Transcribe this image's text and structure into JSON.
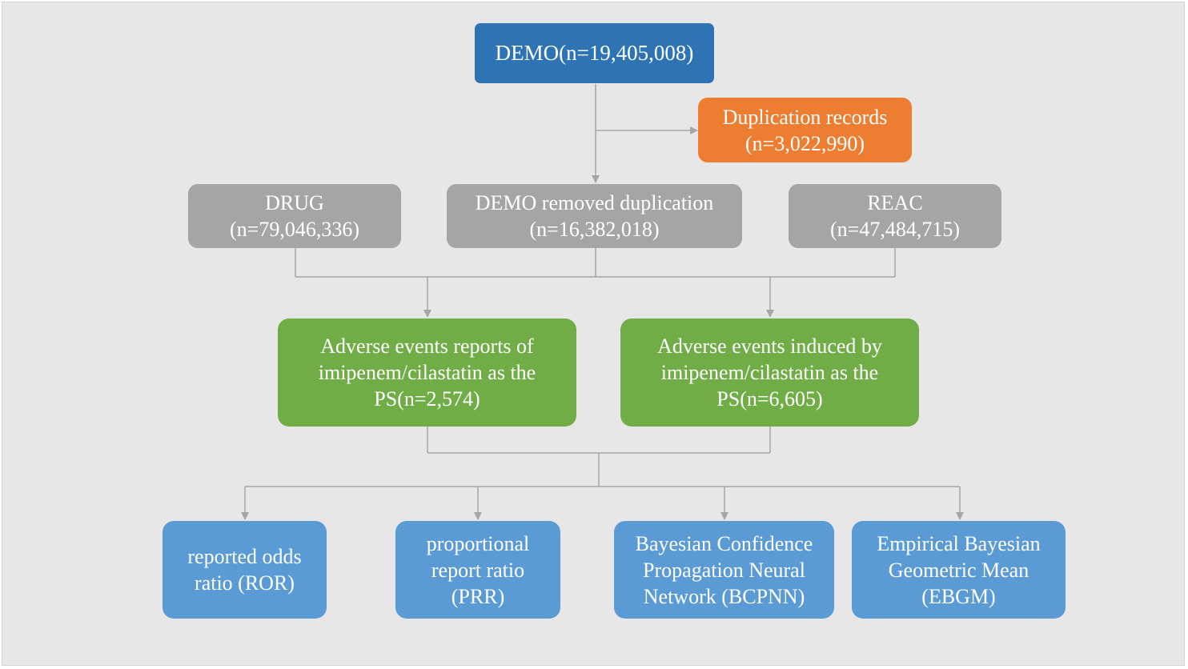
{
  "colors": {
    "background": "#e7e7e7",
    "connector": "#a6a6a6",
    "demo_box": "#2e74b5",
    "duplication_box": "#ed7d31",
    "source_boxes": "#a5a5a5",
    "adverse_event_boxes": "#70ad47",
    "method_boxes": "#5b9bd5"
  },
  "nodes": {
    "demo": {
      "lines": [
        "DEMO(n=19,405,008)"
      ]
    },
    "duplication": {
      "lines": [
        "Duplication records",
        "(n=3,022,990)"
      ]
    },
    "drug": {
      "lines": [
        "DRUG",
        "(n=79,046,336)"
      ]
    },
    "demo_removed": {
      "lines": [
        "DEMO removed duplication",
        "(n=16,382,018)"
      ]
    },
    "reac": {
      "lines": [
        "REAC",
        "(n=47,484,715)"
      ]
    },
    "ae_reports": {
      "lines": [
        "Adverse events reports of",
        "imipenem/cilastatin as the",
        "PS(n=2,574)"
      ]
    },
    "ae_induced": {
      "lines": [
        "Adverse events induced by",
        "imipenem/cilastatin as the",
        "PS(n=6,605)"
      ]
    },
    "ror": {
      "lines": [
        "reported odds",
        "ratio (ROR)"
      ]
    },
    "prr": {
      "lines": [
        "proportional",
        "report ratio",
        "(PRR)"
      ]
    },
    "bcpnn": {
      "lines": [
        "Bayesian Confidence",
        "Propagation Neural",
        "Network (BCPNN)"
      ]
    },
    "ebgm": {
      "lines": [
        "Empirical Bayesian",
        "Geometric Mean",
        "(EBGM)"
      ]
    }
  }
}
